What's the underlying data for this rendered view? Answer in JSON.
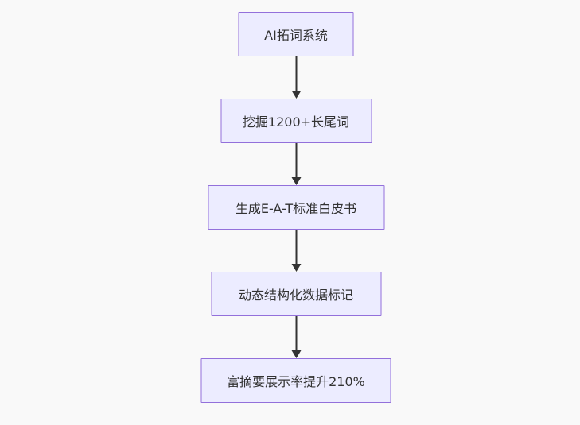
{
  "diagram": {
    "type": "flowchart",
    "direction": "top-down",
    "nodes": [
      {
        "id": "node-1",
        "label": "AI拓词系统"
      },
      {
        "id": "node-2",
        "label": "挖掘1200+长尾词"
      },
      {
        "id": "node-3",
        "label": "生成E-A-T标准白皮书"
      },
      {
        "id": "node-4",
        "label": "动态结构化数据标记"
      },
      {
        "id": "node-5",
        "label": "富摘要展示率提升210%"
      }
    ],
    "edges": [
      {
        "from": "node-1",
        "to": "node-2"
      },
      {
        "from": "node-2",
        "to": "node-3"
      },
      {
        "from": "node-3",
        "to": "node-4"
      },
      {
        "from": "node-4",
        "to": "node-5"
      }
    ],
    "colors": {
      "node_fill": "#ECECFF",
      "node_border": "#9370DB",
      "arrow": "#333333",
      "text": "#333333",
      "background": "#F9F9F9"
    }
  }
}
